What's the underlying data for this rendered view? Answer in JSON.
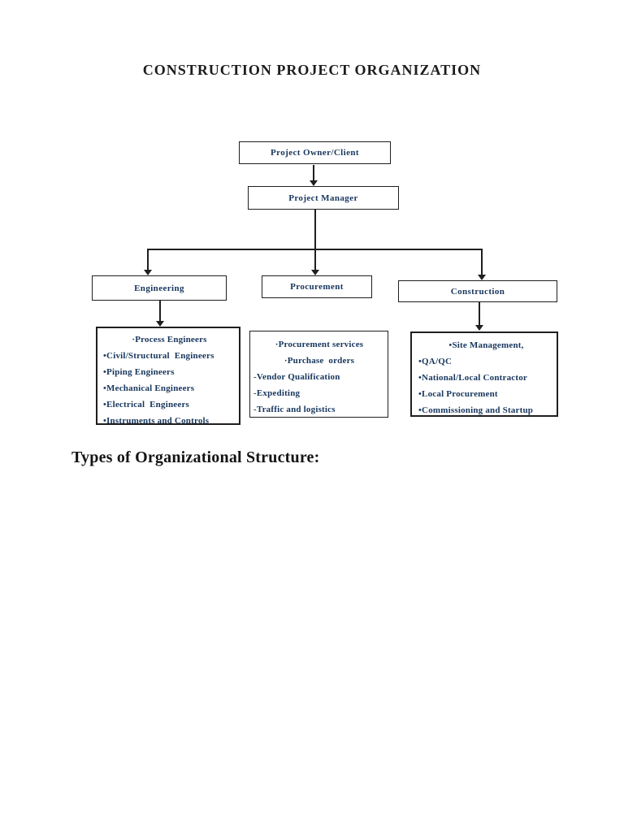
{
  "document": {
    "title": "CONSTRUCTION PROJECT ORGANIZATION",
    "section_heading": "Types of Organizational Structure:"
  },
  "colors": {
    "node_text": "#17365D",
    "line_and_border": "#1F1F1F",
    "title_text": "#1C1C1C",
    "page_background": "#FFFFFF"
  },
  "org_chart": {
    "owner": {
      "label": "Project Owner/Client"
    },
    "manager": {
      "label": "Project Manager"
    },
    "engineering": {
      "label": "Engineering",
      "items": [
        "·Process Engineers",
        "•Civil/Structural  Engineers",
        "•Piping Engineers",
        "•Mechanical Engineers",
        "•Electrical  Engineers",
        "•Instruments and Controls"
      ]
    },
    "procurement": {
      "label": "Procurement",
      "items": [
        "·Procurement services",
        "·Purchase  orders",
        "-Vendor Qualification",
        "-Expediting",
        "-Traffic and logistics"
      ]
    },
    "construction": {
      "label": "Construction",
      "items": [
        "•Site Management,",
        "•QA/QC",
        "•National/Local Contractor",
        "•Local Procurement",
        "•Commissioning and Startup"
      ]
    }
  }
}
